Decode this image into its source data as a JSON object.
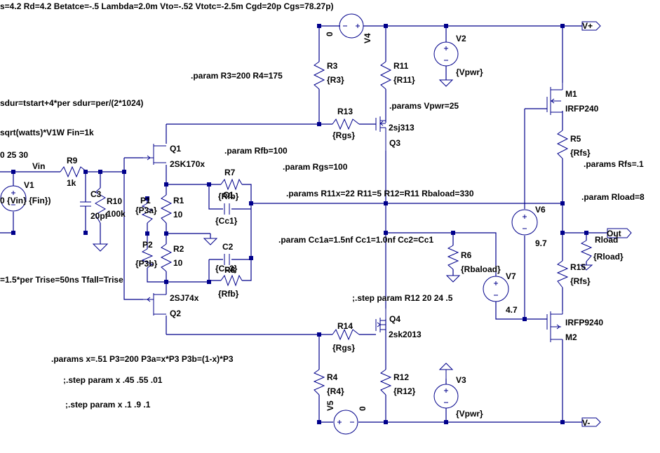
{
  "directives": {
    "model_line": "s=4.2 Rd=4.2 Betatce=-.5  Lambda=2.0m Vto=-.52 Vtotc=-2.5m Cgd=20p Cgs=78.27p)",
    "param_r3_r4": ".param R3=200 R4=175",
    "params_vpwr": ".params Vpwr=25",
    "sdur": "sdur=tstart+4*per sdur=per/(2*1024)",
    "sqrt_watts": "sqrt(watts)*V1W Fin=1k",
    "step_25_30": "0 25 30",
    "param_rfb": ".param Rfb=100",
    "param_rgs": ".param Rgs=100",
    "params_rfs": ".params Rfs=.1",
    "params_r11x": ".params R11x=22 R11=5 R12=R11 Rbaload=330",
    "param_rload": ".param Rload=8",
    "param_cc": ".param Cc1a=1.5nf Cc1=1.0nf  Cc2=Cc1",
    "trise": "=1.5*per Trise=50ns Tfall=Trise",
    "step_r12": ";.step param R12 20 24 .5",
    "params_x": ".params x=.51 P3=200 P3a=x*P3 P3b=(1-x)*P3",
    "step_x1": ";.step param x .45 .55 .01",
    "step_x2": ";.step param x .1 .9 .1"
  },
  "labels": {
    "v4": "V4",
    "v4_zero": "0",
    "v2": "V2",
    "v2_val": "{Vpwr}",
    "v3": "V3",
    "v3_val": "{Vpwr}",
    "v5": "V5",
    "v5_zero": "0",
    "v1": "V1",
    "v1_val": "0 {Vin} {Fin})",
    "v6": "V6",
    "v6_val": "9.7",
    "v7": "V7",
    "v7_val": "4.7",
    "r3": "R3",
    "r3_val": "{R3}",
    "r4": "R4",
    "r4_val": "{R4}",
    "r11": "R11",
    "r11_val": "{R11}",
    "r12": "R12",
    "r12_val": "{R12}",
    "r13": "R13",
    "r13_val": "{Rgs}",
    "r14": "R14",
    "r14_val": "{Rgs}",
    "r5": "R5",
    "r5_val": "{Rfs}",
    "r15": "R15",
    "r15_val": "{Rfs}",
    "r6": "R6",
    "r6_val": "{Rbaload}",
    "r7": "R7",
    "r7_val": "{Rfb}",
    "r8": "R8",
    "r8_val": "{Rfb}",
    "r9": "R9",
    "r9_val": "1k",
    "r10": "R10",
    "r10_val": "100k",
    "r1": "R1",
    "r1_val": "10",
    "r2": "R2",
    "r2_val": "10",
    "p1": "P1",
    "p1_val": "{P3a}",
    "p2": "P2",
    "p2_val": "{P3b}",
    "rload": "Rload",
    "rload_val": "{Rload}",
    "c1": "C1",
    "c1_val": "{Cc1}",
    "c2": "C2",
    "c2_val": "{Cc2}",
    "c3": "C3",
    "c3_val": "20pf",
    "q1": "Q1",
    "q1_model": "2SK170x",
    "q2": "Q2",
    "q2_model": "2SJ74x",
    "q3": "Q3",
    "q3_model": "2sj313",
    "q4": "Q4",
    "q4_model": "2sk2013",
    "m1": "M1",
    "m1_model": "IRFP240",
    "m2": "M2",
    "m2_model": "IRFP9240",
    "net_vplus": "V+",
    "net_vminus": "V-",
    "net_out": "Out",
    "net_vin": "Vin"
  },
  "colors": {
    "wire": "#00008b",
    "text": "#000000",
    "background": "#ffffff"
  }
}
